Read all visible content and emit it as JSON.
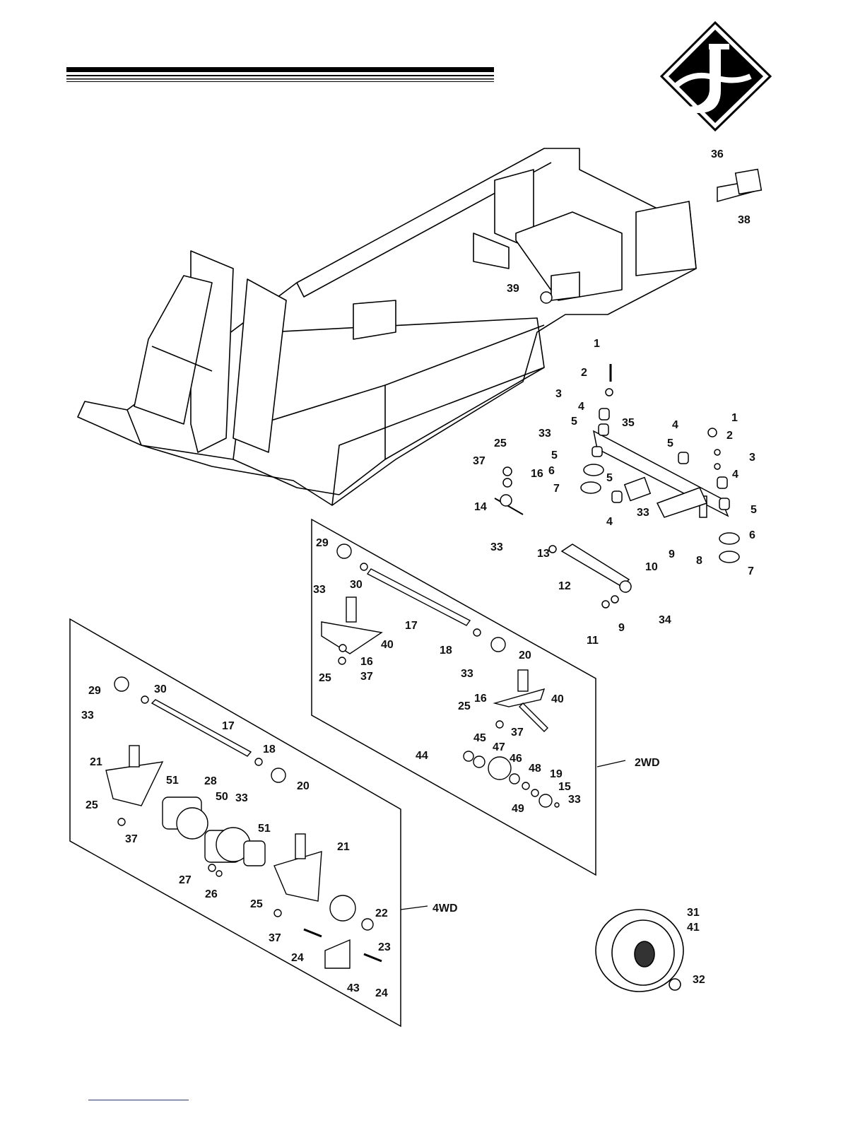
{
  "document": {
    "type": "parts-diagram",
    "brand_logo_icon": "diamond-j-logo-icon"
  },
  "groups": {
    "two_wd": "2WD",
    "four_wd": "4WD"
  },
  "callouts": [
    {
      "id": "c36",
      "label": "36"
    },
    {
      "id": "c38",
      "label": "38"
    },
    {
      "id": "c39",
      "label": "39"
    },
    {
      "id": "c1a",
      "label": "1"
    },
    {
      "id": "c2a",
      "label": "2"
    },
    {
      "id": "c3a",
      "label": "3"
    },
    {
      "id": "c4a",
      "label": "4"
    },
    {
      "id": "c5a",
      "label": "5"
    },
    {
      "id": "c35",
      "label": "35"
    },
    {
      "id": "c4b",
      "label": "4"
    },
    {
      "id": "c1b",
      "label": "1"
    },
    {
      "id": "c2b",
      "label": "2"
    },
    {
      "id": "c3b",
      "label": "3"
    },
    {
      "id": "c33a",
      "label": "33"
    },
    {
      "id": "c25a",
      "label": "25"
    },
    {
      "id": "c5b",
      "label": "5"
    },
    {
      "id": "c5c",
      "label": "5"
    },
    {
      "id": "c4c",
      "label": "4"
    },
    {
      "id": "c37a",
      "label": "37"
    },
    {
      "id": "c16a",
      "label": "16"
    },
    {
      "id": "c6a",
      "label": "6"
    },
    {
      "id": "c7a",
      "label": "7"
    },
    {
      "id": "c5d",
      "label": "5"
    },
    {
      "id": "c14",
      "label": "14"
    },
    {
      "id": "c4d",
      "label": "4"
    },
    {
      "id": "c33b",
      "label": "33"
    },
    {
      "id": "c5e",
      "label": "5"
    },
    {
      "id": "c33c",
      "label": "33"
    },
    {
      "id": "c13",
      "label": "13"
    },
    {
      "id": "c6b",
      "label": "6"
    },
    {
      "id": "c9a",
      "label": "9"
    },
    {
      "id": "c8",
      "label": "8"
    },
    {
      "id": "c10",
      "label": "10"
    },
    {
      "id": "c7b",
      "label": "7"
    },
    {
      "id": "c12",
      "label": "12"
    },
    {
      "id": "c11",
      "label": "11"
    },
    {
      "id": "c9b",
      "label": "9"
    },
    {
      "id": "c34",
      "label": "34"
    },
    {
      "id": "c29a",
      "label": "29"
    },
    {
      "id": "c33d",
      "label": "33"
    },
    {
      "id": "c30a",
      "label": "30"
    },
    {
      "id": "c17a",
      "label": "17"
    },
    {
      "id": "c40a",
      "label": "40"
    },
    {
      "id": "c18a",
      "label": "18"
    },
    {
      "id": "c20a",
      "label": "20"
    },
    {
      "id": "c16b",
      "label": "16"
    },
    {
      "id": "c25b",
      "label": "25"
    },
    {
      "id": "c37b",
      "label": "37"
    },
    {
      "id": "c33e",
      "label": "33"
    },
    {
      "id": "c40b",
      "label": "40"
    },
    {
      "id": "c16c",
      "label": "16"
    },
    {
      "id": "c25c",
      "label": "25"
    },
    {
      "id": "c37c",
      "label": "37"
    },
    {
      "id": "c45",
      "label": "45"
    },
    {
      "id": "c47",
      "label": "47"
    },
    {
      "id": "c44",
      "label": "44"
    },
    {
      "id": "c46",
      "label": "46"
    },
    {
      "id": "c48",
      "label": "48"
    },
    {
      "id": "c19",
      "label": "19"
    },
    {
      "id": "c15",
      "label": "15"
    },
    {
      "id": "c33f",
      "label": "33"
    },
    {
      "id": "c49",
      "label": "49"
    },
    {
      "id": "c29b",
      "label": "29"
    },
    {
      "id": "c30b",
      "label": "30"
    },
    {
      "id": "c33g",
      "label": "33"
    },
    {
      "id": "c17b",
      "label": "17"
    },
    {
      "id": "c18b",
      "label": "18"
    },
    {
      "id": "c21a",
      "label": "21"
    },
    {
      "id": "c51a",
      "label": "51"
    },
    {
      "id": "c28",
      "label": "28"
    },
    {
      "id": "c50",
      "label": "50"
    },
    {
      "id": "c33h",
      "label": "33"
    },
    {
      "id": "c20b",
      "label": "20"
    },
    {
      "id": "c25d",
      "label": "25"
    },
    {
      "id": "c37d",
      "label": "37"
    },
    {
      "id": "c51b",
      "label": "51"
    },
    {
      "id": "c21b",
      "label": "21"
    },
    {
      "id": "c27",
      "label": "27"
    },
    {
      "id": "c26",
      "label": "26"
    },
    {
      "id": "c22",
      "label": "22"
    },
    {
      "id": "c25e",
      "label": "25"
    },
    {
      "id": "c23",
      "label": "23"
    },
    {
      "id": "c37e",
      "label": "37"
    },
    {
      "id": "c24a",
      "label": "24"
    },
    {
      "id": "c43",
      "label": "43"
    },
    {
      "id": "c24b",
      "label": "24"
    },
    {
      "id": "c31",
      "label": "31"
    },
    {
      "id": "c41",
      "label": "41"
    },
    {
      "id": "c32",
      "label": "32"
    }
  ]
}
